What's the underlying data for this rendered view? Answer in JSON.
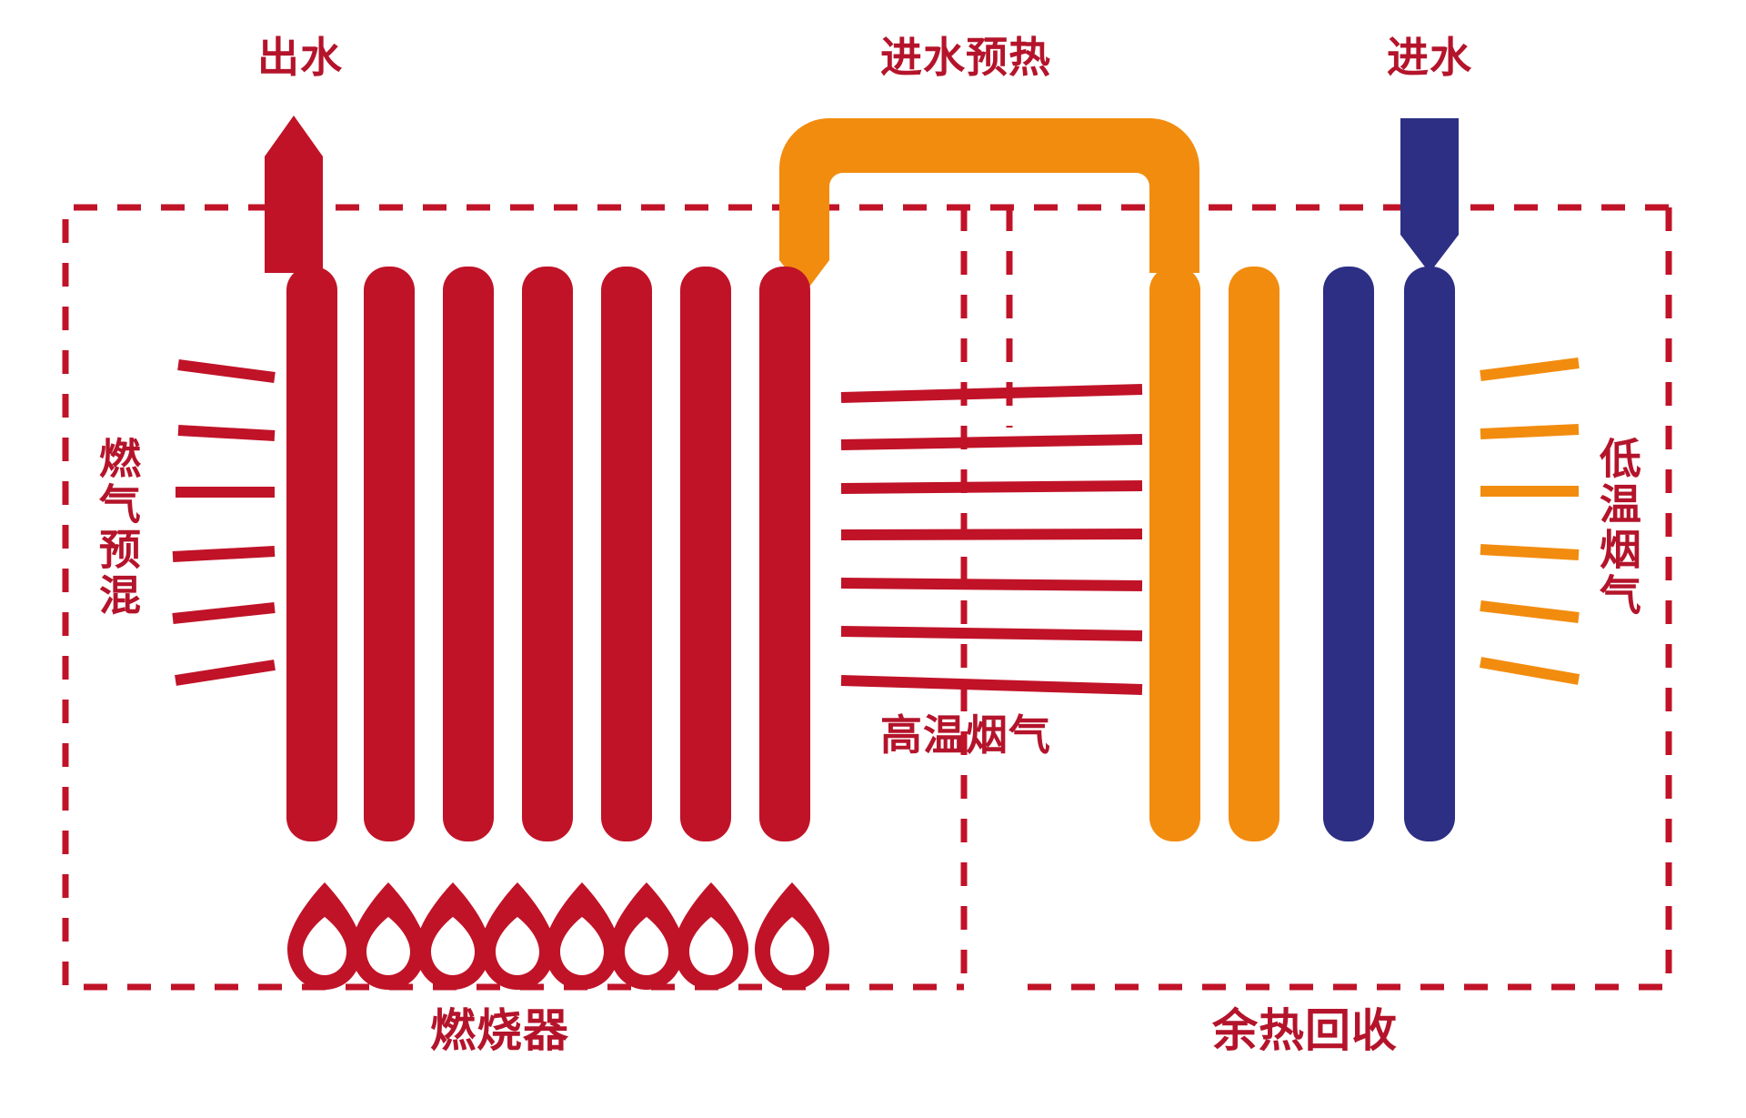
{
  "diagram": {
    "title": "condensing-boiler-heat-exchange-schematic",
    "colors": {
      "red": "#C01328",
      "red_dark": "#B4142B",
      "orange": "#F28C0F",
      "navy": "#2C2F84",
      "background": "#FFFFFF"
    },
    "labels": {
      "water_outlet": "出水",
      "feedwater_preheat": "进水预热",
      "water_inlet": "进水",
      "gas_premix": "燃气预混",
      "low_temp_flue_gas": "低温烟气",
      "high_temp_flue_gas": "高温烟气",
      "burner": "燃烧器",
      "waste_heat_recovery": "余热回收"
    },
    "sections": [
      {
        "id": "burner",
        "label": "燃烧器"
      },
      {
        "id": "waste-heat-recovery",
        "label": "余热回收"
      }
    ],
    "flows": [
      {
        "id": "water-outlet",
        "label": "出水",
        "color": "#C01328",
        "direction": "up"
      },
      {
        "id": "feedwater-preheat",
        "label": "进水预热",
        "color": "#F28C0F",
        "direction": "down"
      },
      {
        "id": "water-inlet",
        "label": "进水",
        "color": "#2C2F84",
        "direction": "down"
      }
    ],
    "tube_counts": {
      "red_tubes": 7,
      "orange_tubes": 2,
      "navy_tubes": 2,
      "flames": 8,
      "gas_premix_lines": 6,
      "high_temp_lines": 7,
      "low_temp_lines": 6
    }
  }
}
